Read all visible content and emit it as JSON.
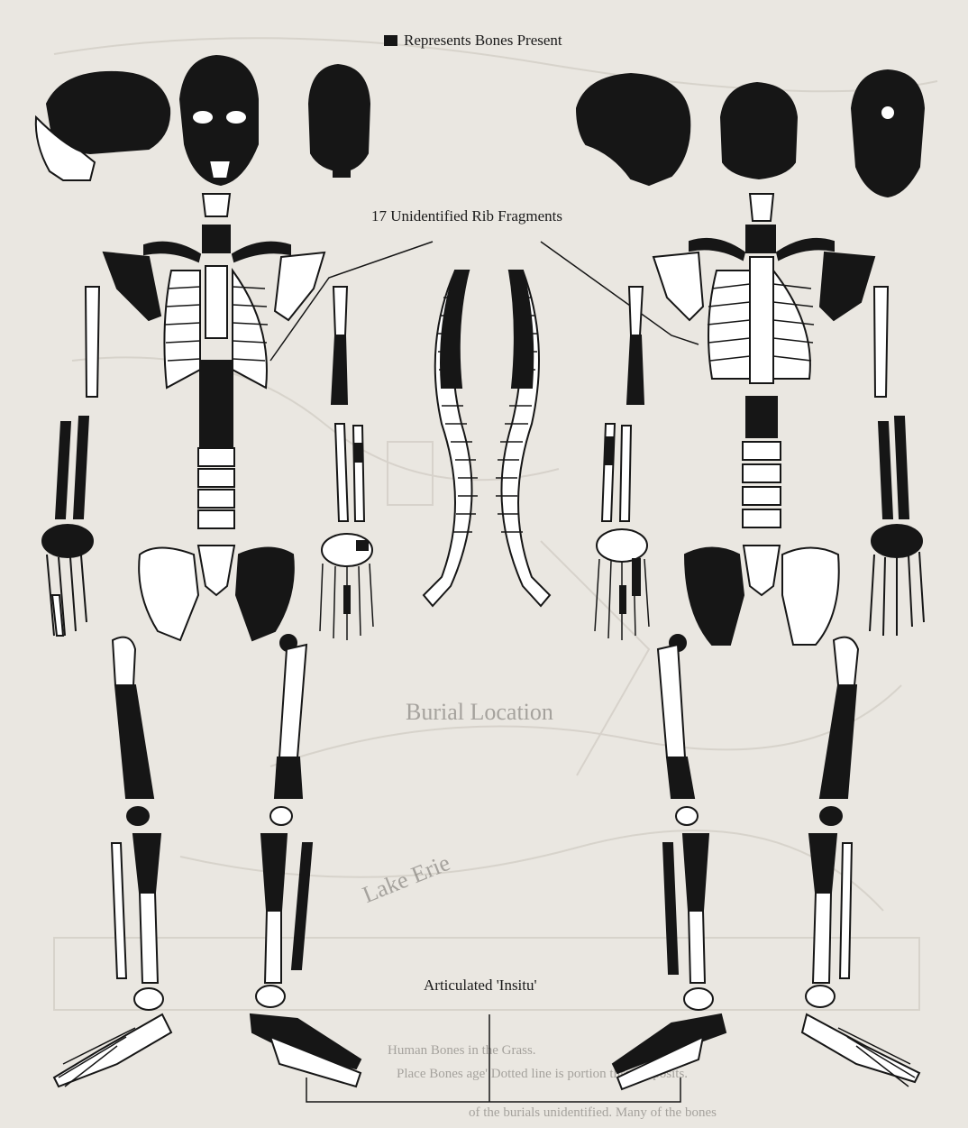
{
  "legend": {
    "label": "Represents Bones Present",
    "swatch_color": "#161616"
  },
  "callouts": {
    "ribs": "17 Unidentified Rib Fragments",
    "articulated": "Articulated 'Insitu'"
  },
  "background_text": {
    "burial_location": "Burial Location",
    "lake": "Lake Erie",
    "line1": "Human Bones         in the         Grass.",
    "line2": "Place         Bones         age' Dotted line is portion         three deposits.",
    "line3": "of the burials         unidentified. Many of the bones"
  },
  "colors": {
    "paper": "#eae7e1",
    "ink": "#161616",
    "bone_white": "#ffffff",
    "faint_map": "#c9c5bd"
  },
  "figures": [
    {
      "name": "anterior-skeleton",
      "view": "front"
    },
    {
      "name": "vertebral-column-pair",
      "view": "lateral"
    },
    {
      "name": "posterior-skeleton",
      "view": "back"
    }
  ]
}
